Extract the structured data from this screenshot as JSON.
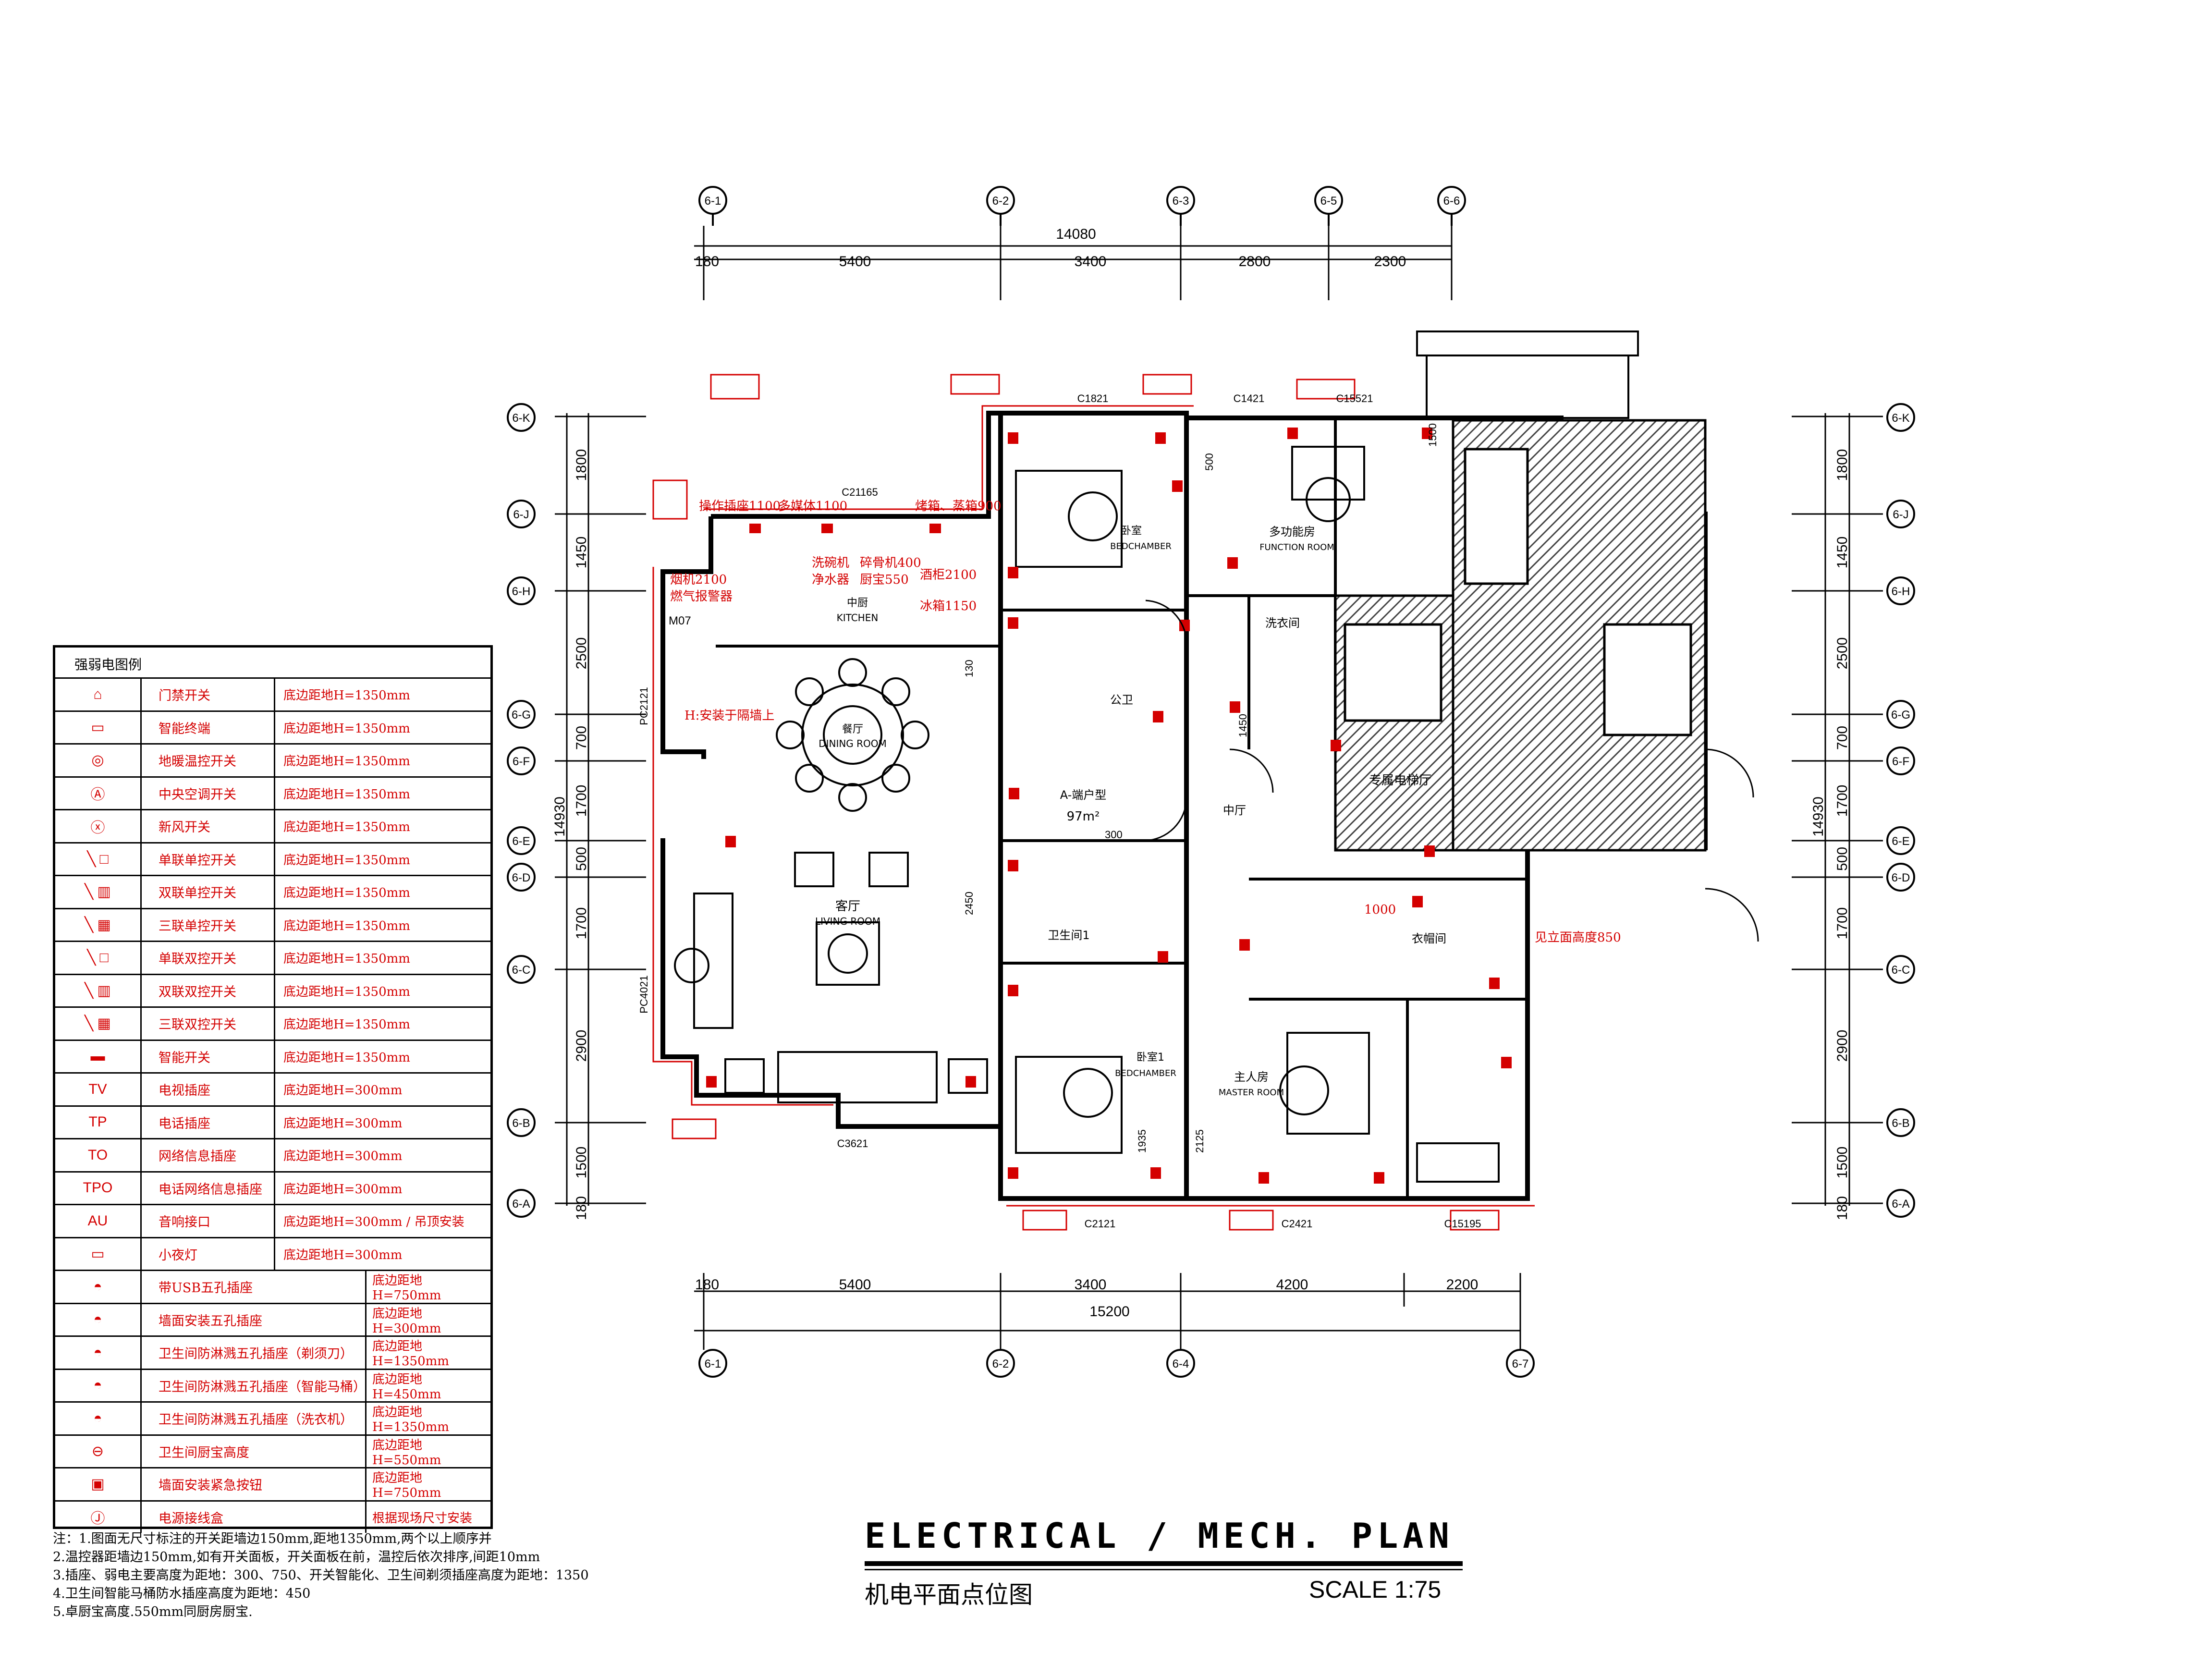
{
  "drawing": {
    "title_en": "ELECTRICAL / MECH. PLAN",
    "title_cn": "机电平面点位图",
    "scale": "SCALE 1:75"
  },
  "grid": {
    "top_axes": [
      "6-1",
      "6-2",
      "6-3",
      "6-5",
      "6-6"
    ],
    "bottom_axes": [
      "6-1",
      "6-2",
      "6-4",
      "6-7"
    ],
    "side_axes": [
      "6-K",
      "6-J",
      "6-H",
      "6-G",
      "6-F",
      "6-E",
      "6-D",
      "6-C",
      "6-B",
      "6-A"
    ]
  },
  "dimensions": {
    "top_total": "14080",
    "top_segments": [
      "180",
      "5400",
      "3400",
      "2800",
      "2300"
    ],
    "bottom_total": "15200",
    "bottom_segments": [
      "180",
      "5400",
      "3400",
      "4200",
      "2200"
    ],
    "side_total": "14930",
    "side_segments": [
      "1800",
      "1450",
      "2500",
      "700",
      "1700",
      "500",
      "1700",
      "2900",
      "1500",
      "180"
    ]
  },
  "rooms": {
    "kitchen_cn": "中厨",
    "kitchen_en": "KITCHEN",
    "dining_cn": "餐厅",
    "dining_en": "DINING ROOM",
    "living_cn": "客厅",
    "living_en": "LIVING ROOM",
    "bed1_cn": "卧室",
    "bed1_en": "BEDCHAMBER",
    "bed2_cn": "卧室1",
    "bed2_en": "BEDCHAMBER",
    "function_cn": "多功能房",
    "function_en": "FUNCTION ROOM",
    "master_cn": "主人房",
    "master_en": "MASTER ROOM",
    "public_wc": "公卫",
    "wc1": "卫生间1",
    "laundry": "洗衣间",
    "wardrobe": "衣帽间",
    "lobby": "中厅",
    "elevator_hall": "专属电梯厅",
    "unit_type": "A-端户型",
    "area": "97m²"
  },
  "windows": [
    "C1821",
    "C1421",
    "C15521",
    "C21165",
    "PC2121",
    "PC4021",
    "C3621",
    "C2121",
    "C2421",
    "C15195"
  ],
  "annotations": {
    "kitchen_socket_1": "操作插座1100",
    "kitchen_socket_2": "多媒体1100",
    "kitchen_socket_3": "烤箱、蒸箱900",
    "dishwasher": "洗碗机",
    "water_purifier": "净水器",
    "disposer": "碎骨机400",
    "kitchen_treasure": "厨宝550",
    "wine_cabinet": "酒柜2100",
    "fridge": "冰箱1150",
    "range_hood": "烟机2100",
    "gas_alarm": "燃气报警器",
    "meter": "M07",
    "wall_note": "H:安装于隔墙上",
    "wardrobe_height": "1000",
    "elevation_note": "见立面高度850",
    "heights": [
      "500",
      "130",
      "300",
      "1500",
      "2450",
      "1935",
      "2125",
      "1450"
    ]
  },
  "legend": {
    "title": "强弱电图例",
    "rows": [
      {
        "icon": "door-switch-icon",
        "name": "门禁开关",
        "value": "底边距地H=1350mm"
      },
      {
        "icon": "smart-terminal-icon",
        "name": "智能终端",
        "value": "底边距地H=1350mm"
      },
      {
        "icon": "floor-heating-icon",
        "name": "地暖温控开关",
        "value": "底边距地H=1350mm"
      },
      {
        "icon": "ac-switch-icon",
        "name": "中央空调开关",
        "value": "底边距地H=1350mm"
      },
      {
        "icon": "fresh-air-icon",
        "name": "新风开关",
        "value": "底边距地H=1350mm"
      },
      {
        "icon": "single-switch-icon",
        "name": "单联单控开关",
        "value": "底边距地H=1350mm"
      },
      {
        "icon": "double-switch-icon",
        "name": "双联单控开关",
        "value": "底边距地H=1350mm"
      },
      {
        "icon": "triple-switch-icon",
        "name": "三联单控开关",
        "value": "底边距地H=1350mm"
      },
      {
        "icon": "single-dual-switch-icon",
        "name": "单联双控开关",
        "value": "底边距地H=1350mm"
      },
      {
        "icon": "double-dual-switch-icon",
        "name": "双联双控开关",
        "value": "底边距地H=1350mm"
      },
      {
        "icon": "triple-dual-switch-icon",
        "name": "三联双控开关",
        "value": "底边距地H=1350mm"
      },
      {
        "icon": "smart-switch-icon",
        "name": "智能开关",
        "value": "底边距地H=1350mm"
      },
      {
        "icon": "tv-socket-icon",
        "name": "电视插座",
        "value": "底边距地H=300mm"
      },
      {
        "icon": "phone-socket-icon",
        "name": "电话插座",
        "value": "底边距地H=300mm"
      },
      {
        "icon": "network-socket-icon",
        "name": "网络信息插座",
        "value": "底边距地H=300mm"
      },
      {
        "icon": "phone-network-socket-icon",
        "name": "电话网络信息插座",
        "value": "底边距地H=300mm"
      },
      {
        "icon": "audio-socket-icon",
        "name": "音响接口",
        "value": "底边距地H=300mm / 吊顶安装"
      },
      {
        "icon": "night-light-icon",
        "name": "小夜灯",
        "value": "底边距地H=300mm"
      },
      {
        "icon": "usb-socket-icon",
        "name": "带USB五孔插座",
        "value": "底边距地H=750mm"
      },
      {
        "icon": "wall-socket-icon",
        "name": "墙面安装五孔插座",
        "value": "底边距地H=300mm"
      },
      {
        "icon": "shaver-socket-icon",
        "name": "卫生间防淋溅五孔插座（剃须刀）",
        "value": "底边距地H=1350mm"
      },
      {
        "icon": "toilet-socket-icon",
        "name": "卫生间防淋溅五孔插座（智能马桶）",
        "value": "底边距地H=450mm"
      },
      {
        "icon": "washer-socket-icon",
        "name": "卫生间防淋溅五孔插座（洗衣机）",
        "value": "底边距地H=1350mm"
      },
      {
        "icon": "water-heater-icon",
        "name": "卫生间厨宝高度",
        "value": "底边距地H=550mm"
      },
      {
        "icon": "emergency-button-icon",
        "name": "墙面安装紧急按钮",
        "value": "底边距地H=750mm"
      },
      {
        "icon": "junction-box-icon",
        "name": "电源接线盒",
        "value": "根据现场尺寸安装"
      }
    ]
  },
  "notes": [
    "注：1.图面无尺寸标注的开关距墙边150mm,距地1350mm,两个以上顺序并",
    "2.温控器距墙边150mm,如有开关面板，开关面板在前，温控后依次排序,间距10mm",
    "3.插座、弱电主要高度为距地：300、750、开关智能化、卫生间剃须插座高度为距地：1350",
    "4.卫生间智能马桶防水插座高度为距地：450",
    "5.卓厨宝高度.550mm同厨房厨宝."
  ],
  "colors": {
    "annotation": "#d40000",
    "lines": "#000000",
    "hatch": "#555555"
  }
}
